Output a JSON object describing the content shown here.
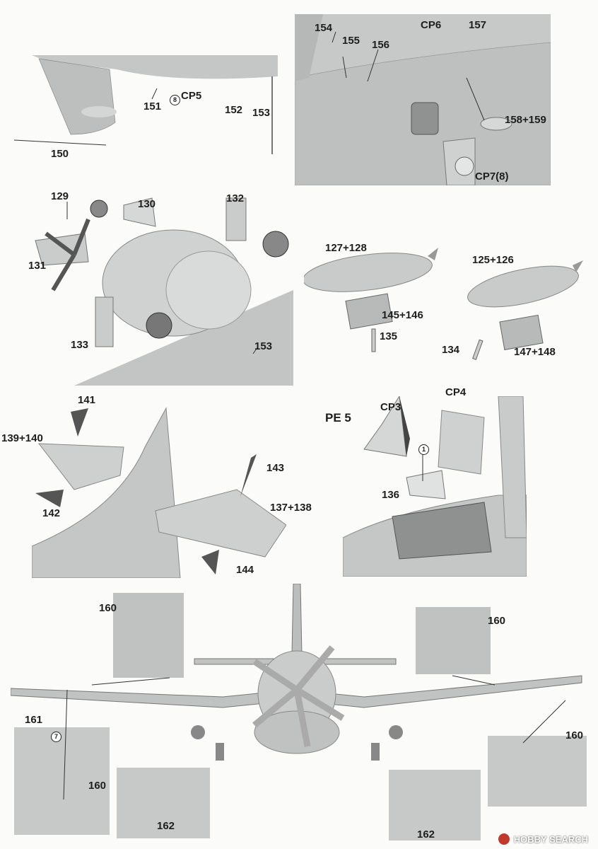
{
  "parts": {
    "p150": "150",
    "p151": "151",
    "p152": "152",
    "p153a": "153",
    "cp5": "CP5",
    "c8a": "8",
    "p154": "154",
    "p155": "155",
    "p156": "156",
    "cp6": "CP6",
    "p157": "157",
    "p158": "158+159",
    "cp7": "CP7(8)",
    "p129": "129",
    "p130": "130",
    "p131": "131",
    "p132": "132",
    "p133": "133",
    "p153b": "153",
    "p127": "127+128",
    "p125": "125+126",
    "p145": "145+146",
    "p135": "135",
    "p134": "134",
    "p147": "147+148",
    "p141": "141",
    "p139": "139+140",
    "p142": "142",
    "p143": "143",
    "p137": "137+138",
    "p144": "144",
    "pe5": "PE 5",
    "cp3": "CP3",
    "cp4": "CP4",
    "c1": "1",
    "p136": "136",
    "p160a": "160",
    "p160b": "160",
    "p160c": "160",
    "p160d": "160",
    "p161": "161",
    "c7": "7",
    "p162a": "162",
    "p162b": "162"
  },
  "watermark": {
    "text": "HOBBY SEARCH",
    "logo_icon": "hobbysearch-logo-icon"
  }
}
